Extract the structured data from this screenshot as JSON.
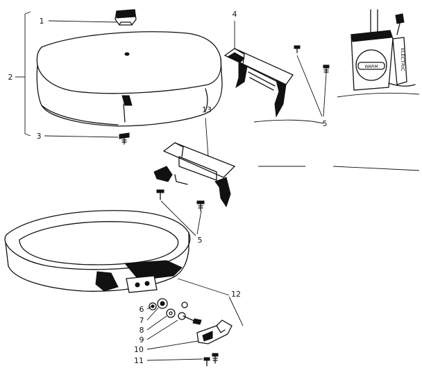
{
  "callouts": [
    {
      "id": "1",
      "part": "knob"
    },
    {
      "id": "2",
      "part": "cover-assembly"
    },
    {
      "id": "3",
      "part": "knob-screw"
    },
    {
      "id": "4",
      "part": "rear-leg"
    },
    {
      "id": "5",
      "part": "leg-screw"
    },
    {
      "id": "6",
      "part": "nut"
    },
    {
      "id": "7",
      "part": "insulator"
    },
    {
      "id": "8",
      "part": "washer"
    },
    {
      "id": "9",
      "part": "terminal-pin"
    },
    {
      "id": "10",
      "part": "terminal-bracket"
    },
    {
      "id": "11",
      "part": "bracket-screw"
    },
    {
      "id": "12",
      "part": "skillet-pan"
    },
    {
      "id": "13",
      "part": "front-leg"
    }
  ],
  "control_label": "ELECTRIC",
  "dial_label": "WARM"
}
